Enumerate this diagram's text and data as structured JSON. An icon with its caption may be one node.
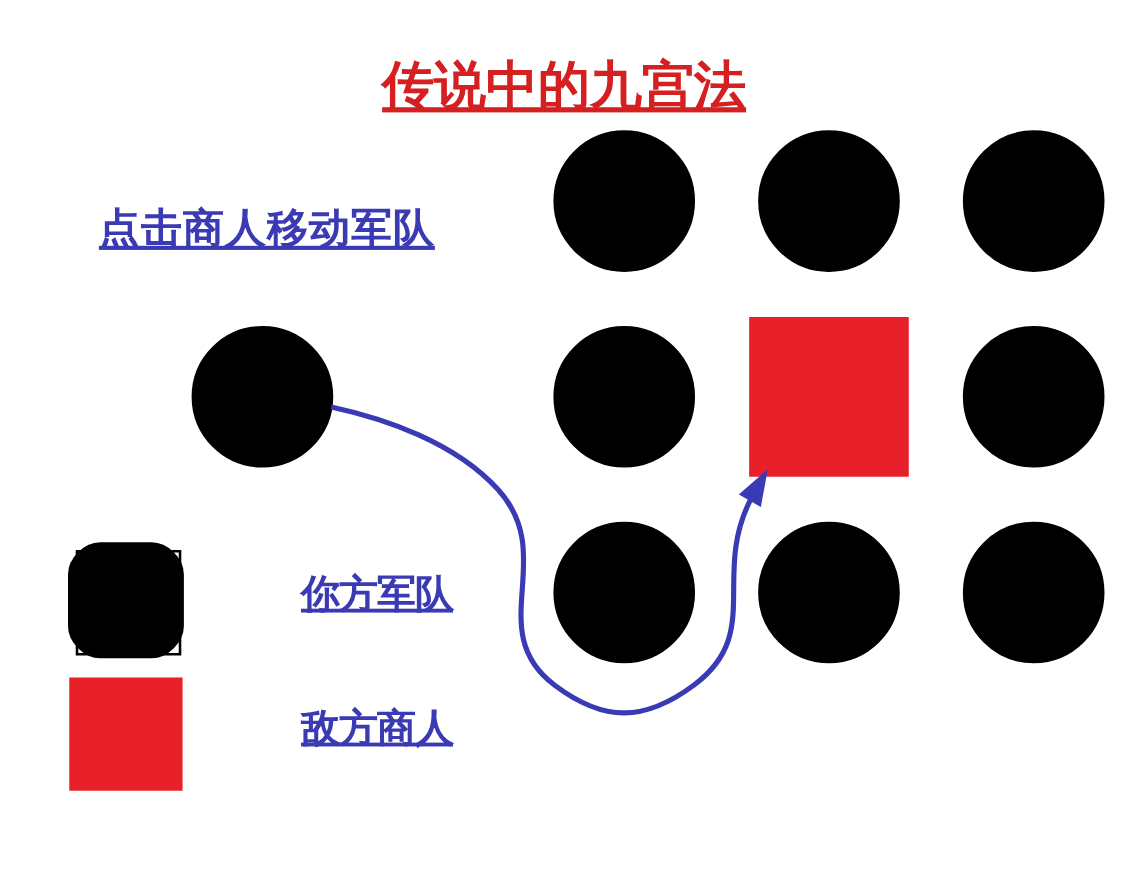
{
  "diagram": {
    "title": "传说中的九宫法",
    "nodes": [
      {
        "text": [],
        "shape": "circle"
      },
      {
        "text": [],
        "shape": "circle"
      },
      {
        "text": [],
        "shape": "circle"
      },
      {
        "text": [],
        "shape": "circle"
      },
      {
        "text": [],
        "shape": "circle"
      },
      {
        "text": [],
        "shape": "box"
      },
      {
        "text": [],
        "shape": "circle"
      },
      {
        "text": [],
        "shape": "circle"
      },
      {
        "text": [],
        "shape": "circle"
      },
      {
        "text": [],
        "shape": "circle"
      }
    ],
    "edges": [
      {
        "from": 3,
        "to": 5,
        "arrow": "to",
        "color": "#3a3ab4"
      }
    ],
    "labels": [
      "点击商人移动军队"
    ],
    "legend": [
      {
        "text": "你方军队"
      },
      {
        "text": "敌方商人",
        "color": "#e8202a"
      }
    ]
  }
}
